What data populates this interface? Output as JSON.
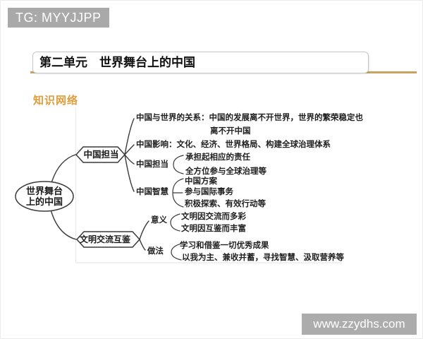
{
  "banner": {
    "text": "TG: MYYJJPP"
  },
  "header": {
    "title": "第二单元　世界舞台上的中国"
  },
  "section": {
    "label": "知识网络"
  },
  "watermark": {
    "text": "www.zzydhs.com"
  },
  "colors": {
    "banner_gray": "#a9a9a9",
    "gold_rule": "#c9a25f",
    "section_orange": "#e29c3a",
    "diagram_line": "#3a3a3a"
  },
  "mindmap": {
    "root": {
      "line1": "世界舞台",
      "line2": "上的中国"
    },
    "branches": [
      {
        "label": "中国担当",
        "children": [
          {
            "text": "中国与世界的关系：中国的发展离不开世界，世界的繁荣稳定也",
            "cont": "离不开中国"
          },
          {
            "text": "中国影响：文化、经济、世界格局、构建全球治理体系"
          },
          {
            "label": "中国担当",
            "items": [
              "承担起相应的责任",
              "全方位参与全球治理等"
            ]
          },
          {
            "label": "中国智慧",
            "items": [
              "中国方案",
              "参与国际事务",
              "积极探索、有效行动等"
            ]
          }
        ]
      },
      {
        "label": "文明交流互鉴",
        "children": [
          {
            "label": "意义",
            "items": [
              "文明因交流而多彩",
              "文明因互鉴而丰富"
            ]
          },
          {
            "label": "做法",
            "items": [
              "学习和借鉴一切优秀成果",
              "以我为主、兼收并蓄，寻找智慧、汲取营养等"
            ]
          }
        ]
      }
    ]
  }
}
